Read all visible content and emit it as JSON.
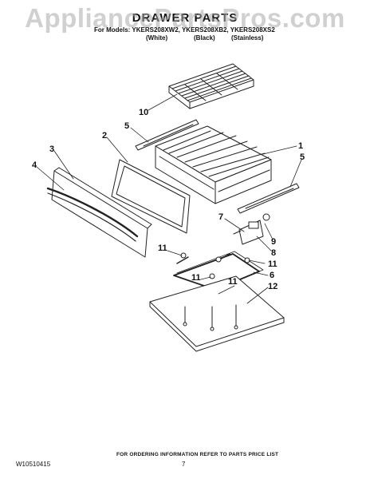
{
  "watermark": "AppliancePartsPros.com",
  "header": {
    "title": "DRAWER PARTS",
    "models_line": "For Models: YKERS208XW2, YKERS208XB2, YKERS208XS2",
    "variants": [
      "(White)",
      "(Black)",
      "(Stainless)"
    ]
  },
  "callouts": [
    "10",
    "5",
    "3",
    "2",
    "4",
    "1",
    "5",
    "7",
    "9",
    "8",
    "11",
    "11",
    "11",
    "6",
    "11",
    "12"
  ],
  "footer": {
    "ordering_note": "FOR ORDERING INFORMATION REFER TO PARTS PRICE LIST",
    "doc_number": "W10510415",
    "page_number": "7"
  }
}
